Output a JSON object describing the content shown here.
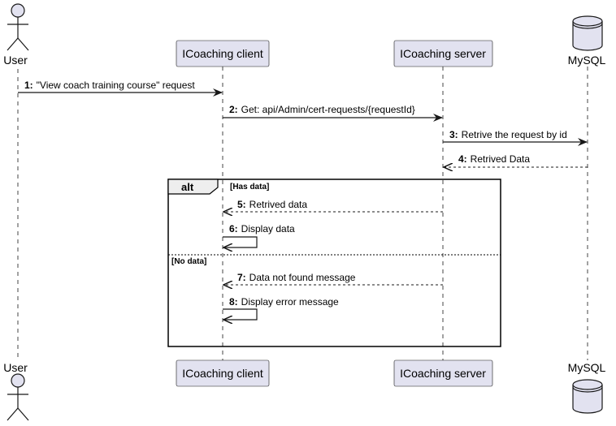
{
  "participants": [
    {
      "id": "user",
      "label": "User",
      "kind": "actor"
    },
    {
      "id": "client",
      "label": "ICoaching client",
      "kind": "participant"
    },
    {
      "id": "server",
      "label": "ICoaching server",
      "kind": "participant"
    },
    {
      "id": "mysql",
      "label": "MySQL",
      "kind": "database"
    }
  ],
  "messages": [
    {
      "num": "1:",
      "text": "\"View coach training course\" request",
      "from": "user",
      "to": "client",
      "style": "solid"
    },
    {
      "num": "2:",
      "text": "Get: api/Admin/cert-requests/{requestId}",
      "from": "client",
      "to": "server",
      "style": "solid"
    },
    {
      "num": "3:",
      "text": "Retrive the request by id",
      "from": "server",
      "to": "mysql",
      "style": "solid"
    },
    {
      "num": "4:",
      "text": "Retrived Data",
      "from": "mysql",
      "to": "server",
      "style": "dashed"
    },
    {
      "num": "5:",
      "text": "Retrived data",
      "from": "server",
      "to": "client",
      "style": "dashed"
    },
    {
      "num": "6:",
      "text": "Display data",
      "from": "client",
      "to": "client",
      "style": "self"
    },
    {
      "num": "7:",
      "text": "Data not found message",
      "from": "server",
      "to": "client",
      "style": "dashed"
    },
    {
      "num": "8:",
      "text": "Display error message",
      "from": "client",
      "to": "client",
      "style": "self"
    }
  ],
  "fragment": {
    "keyword": "alt",
    "conditions": [
      "[Has data]",
      "[No data]"
    ]
  },
  "colors": {
    "participant_fill": "#E2E2F0",
    "participant_border": "#181818",
    "lifeline": "#181818",
    "line": "#181818"
  }
}
